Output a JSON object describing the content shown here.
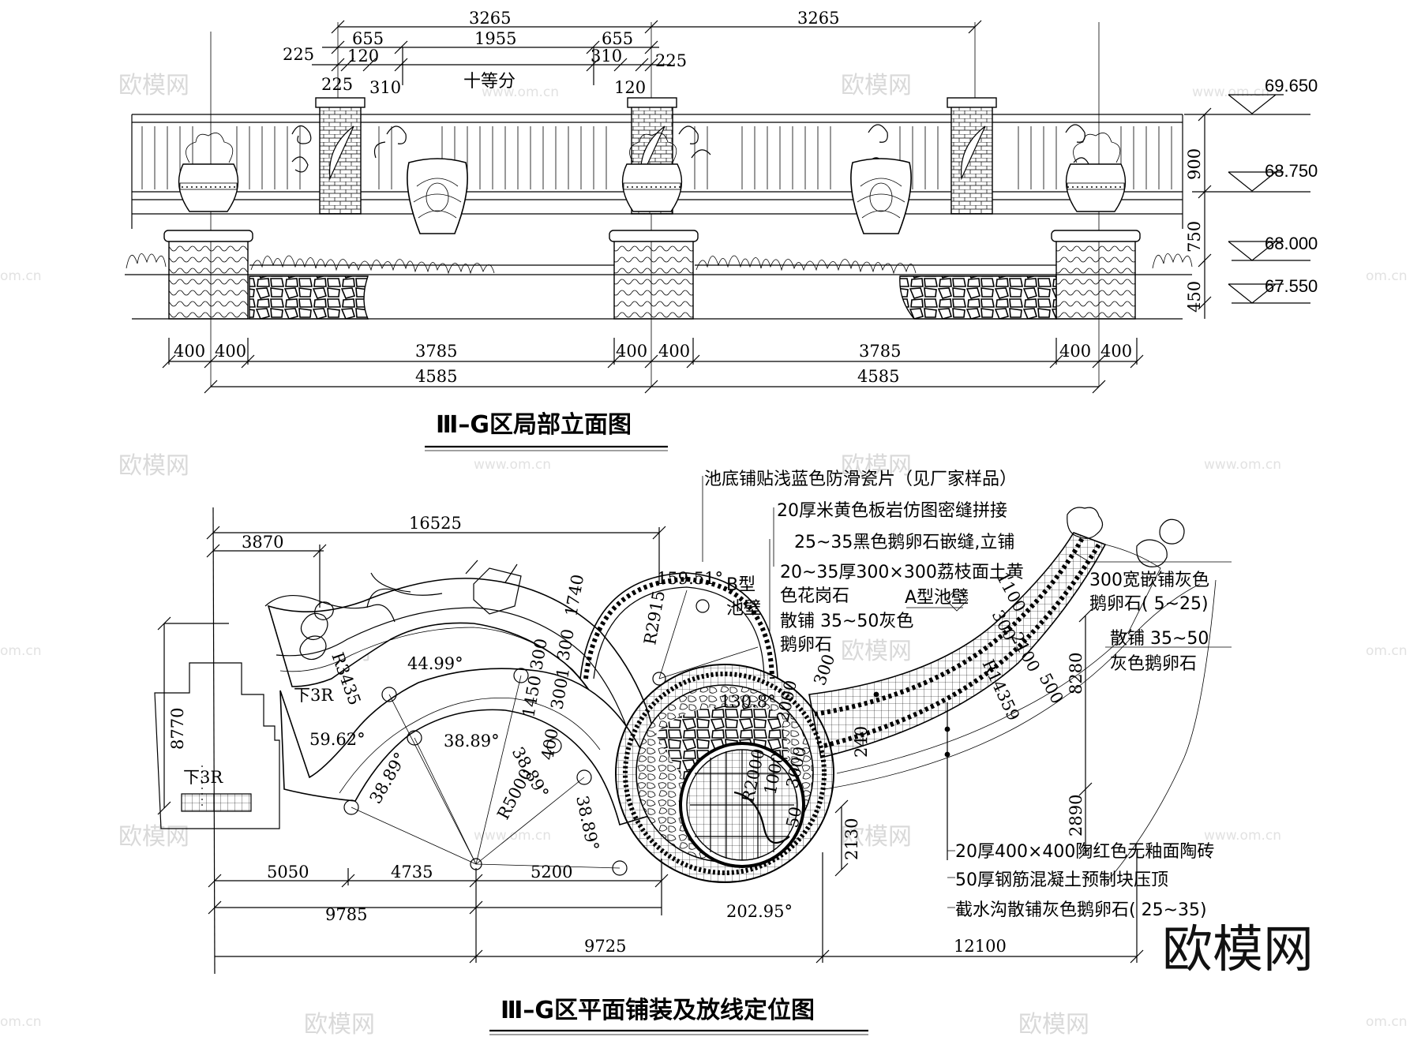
{
  "elevation": {
    "title": "Ⅲ–G区局部立面图",
    "top_dims": {
      "span_left": "3265",
      "span_right": "3265",
      "d655a": "655",
      "d1955": "1955",
      "d655b": "655",
      "d225a": "225",
      "d120a": "120",
      "d310a": "310",
      "d225b": "225",
      "d225c": "225",
      "d310b": "310",
      "d120b": "120",
      "divide_note": "十等分"
    },
    "levels": [
      "69.650",
      "68.750",
      "68.000",
      "67.550"
    ],
    "side_dims": [
      "900",
      "750",
      "450"
    ],
    "bottom_row1": [
      "400",
      "400",
      "3785",
      "400",
      "400",
      "3785",
      "400",
      "400"
    ],
    "bottom_row2": [
      "4585",
      "4585"
    ]
  },
  "plan": {
    "title": "Ⅲ–G区平面铺装及放线定位图",
    "callouts": [
      "池底铺贴浅蓝色防滑瓷片（见厂家样品）",
      "20厚米黄色板岩仿图密缝拼接",
      "25~35黑色鹅卵石嵌缝,立铺",
      "20~35厚300×300荔枝面土黄",
      "色花岗石",
      "散铺  35~50灰色",
      "鹅卵石"
    ],
    "labels": {
      "b_wall_1": "B型",
      "b_wall_2": "池壁",
      "a_wall": "A型池壁",
      "right_1a": "300宽嵌铺灰色",
      "right_1b": "鹅卵石(   5~25)",
      "right_2a": "散铺  35~50",
      "right_2b": "灰色鹅卵石",
      "bottom_1": "20厚400×400陶红色无釉面陶砖",
      "bottom_2": "50厚钢筋混凝土预制块压顶",
      "bottom_3": "截水沟散铺灰色鹅卵石(   25~35)"
    },
    "dims": {
      "top_total": "16525",
      "top_left": "3870",
      "left_height": "8770",
      "b1_left": "5050",
      "b1_mid": "4735",
      "b1_right": "5200",
      "b2_left": "9785",
      "b3_left": "9725",
      "b3_right": "12100",
      "right_8280": "8280",
      "right_2890": "2890",
      "d2130": "2130",
      "angles": [
        "159.51°",
        "44.99°",
        "59.62°",
        "38.89°",
        "38.89°",
        "38.89°",
        "38.89°",
        "130.8°",
        "202.95°"
      ],
      "radii": [
        "R2915",
        "R3435",
        "R5000",
        "R14359",
        "R2000"
      ],
      "misc": [
        "300",
        "1740",
        "3001",
        "1450",
        "300",
        "400",
        "300",
        "2100",
        "500",
        "300",
        "3000",
        "1000",
        "2000",
        "240",
        "50",
        "1100"
      ],
      "down_1": "下3R",
      "down_2": "下3R"
    }
  },
  "watermark": {
    "mark": "欧模网",
    "url": "www.om.cn",
    "edge": "om.cn",
    "brand": "欧模网"
  }
}
